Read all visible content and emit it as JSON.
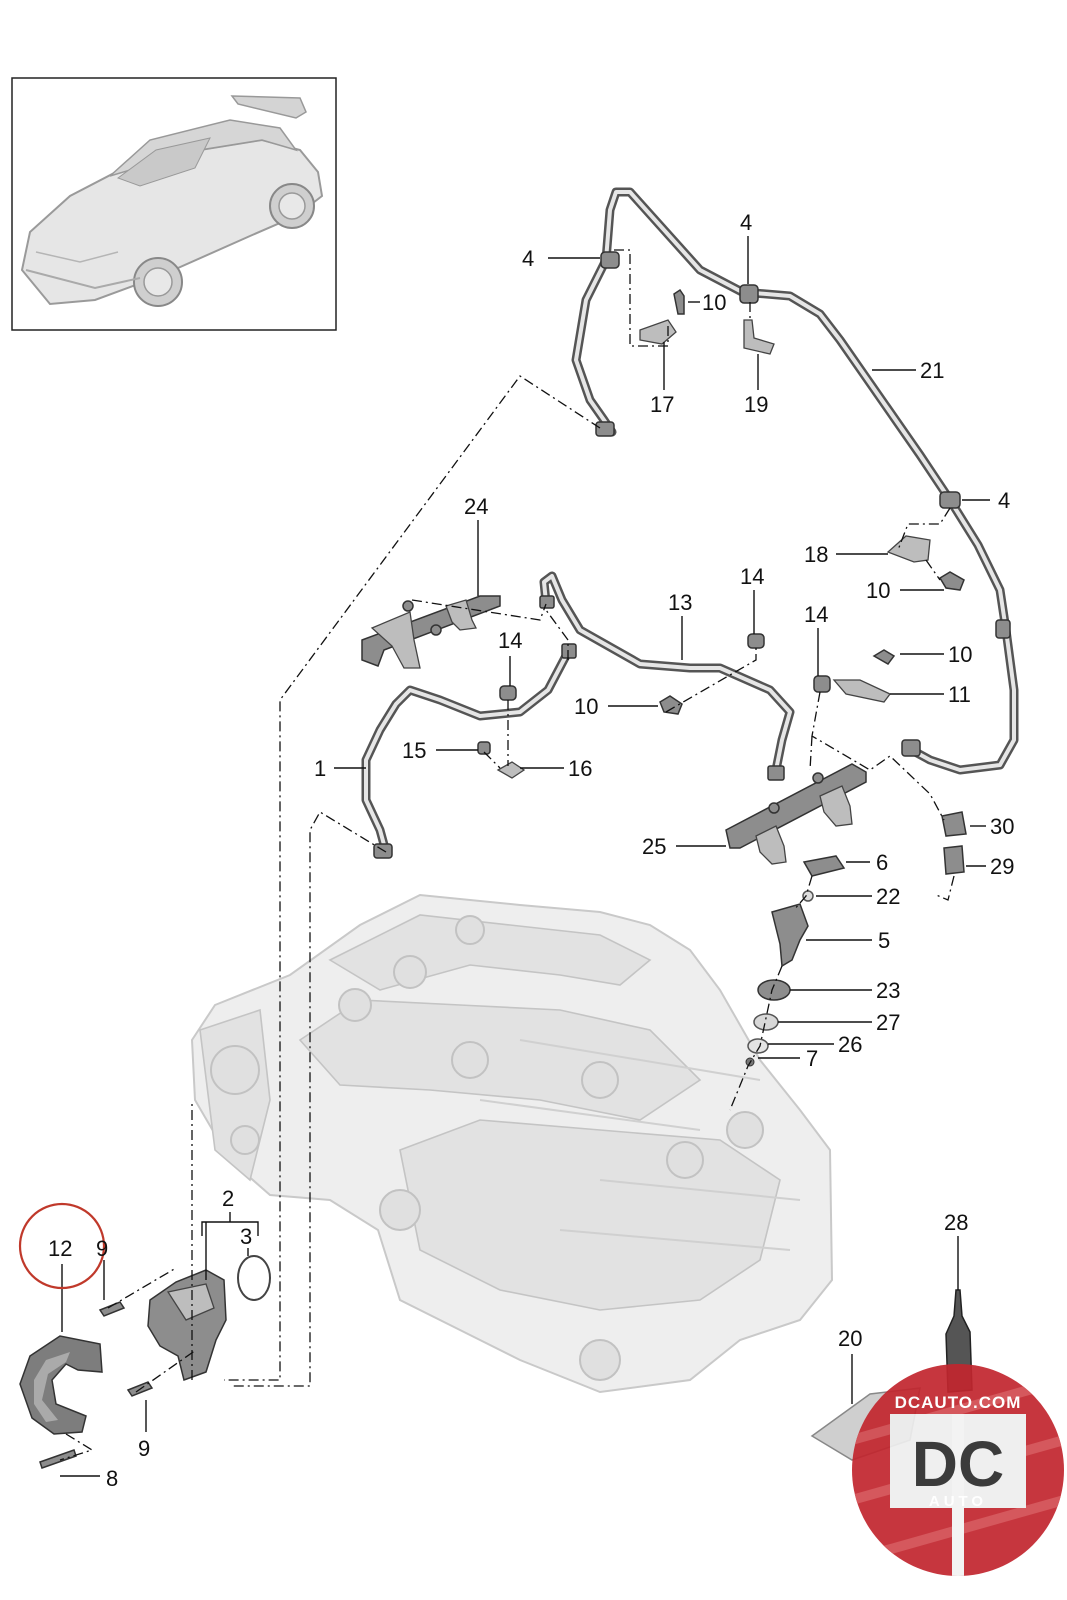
{
  "labels": {
    "l1": "1",
    "l2": "2",
    "l3": "3",
    "l4a": "4",
    "l4b": "4",
    "l4c": "4",
    "l5": "5",
    "l6": "6",
    "l7": "7",
    "l8": "8",
    "l9a": "9",
    "l9b": "9",
    "l10a": "10",
    "l10b": "10",
    "l10c": "10",
    "l10d": "10",
    "l11": "11",
    "l12": "12",
    "l13": "13",
    "l14a": "14",
    "l14b": "14",
    "l14c": "14",
    "l15": "15",
    "l16": "16",
    "l17": "17",
    "l18": "18",
    "l19": "19",
    "l20": "20",
    "l21": "21",
    "l22": "22",
    "l23": "23",
    "l24": "24",
    "l25": "25",
    "l26": "26",
    "l27": "27",
    "l28": "28",
    "l29": "29",
    "l30": "30"
  },
  "highlight": {
    "part": "12",
    "circle_color": "#c0392b"
  },
  "watermark": {
    "site": "DCAUTO.COM",
    "mark": "DC",
    "sub": "AUTO",
    "badge_color": "#c2262e"
  },
  "colors": {
    "line": "#111111",
    "part": "#8d8d8d",
    "engine": "#eeeeee"
  }
}
